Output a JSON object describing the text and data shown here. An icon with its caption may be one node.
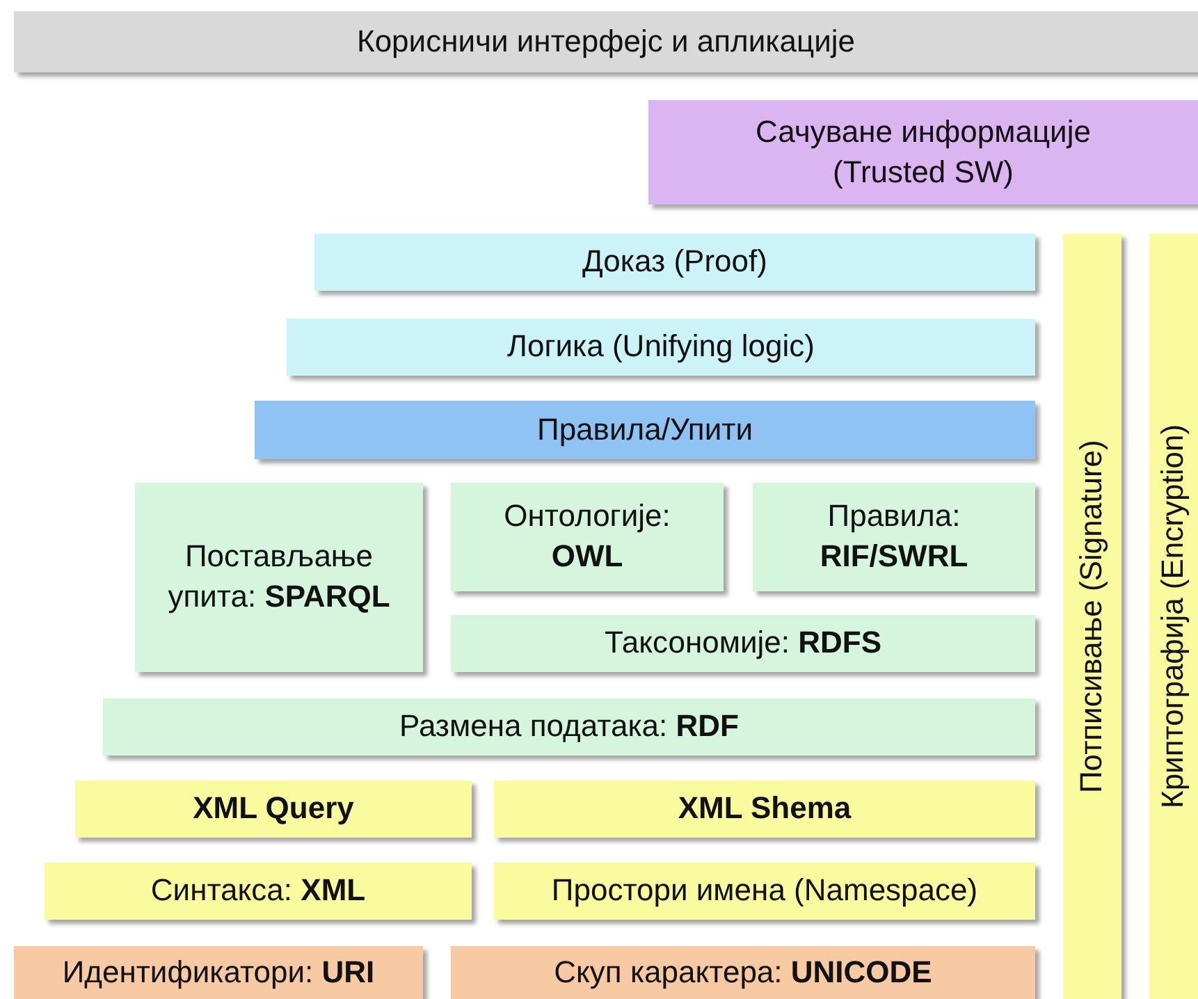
{
  "diagram": {
    "nodes": [
      {
        "text": [
          "Корисничи интерфејс и апликације"
        ]
      },
      {
        "text": [
          "Сачуване информације (Trusted SW)"
        ]
      },
      {
        "text": [
          "Доказ (Proof)"
        ]
      },
      {
        "text": [
          "Логика (Unifying logic)"
        ]
      },
      {
        "text": [
          "Правила/Упити"
        ]
      },
      {
        "text": [
          "Постављање упита: **SPARQL**"
        ]
      },
      {
        "text": [
          "Онтологије: **OWL**"
        ]
      },
      {
        "text": [
          "Правила: **RIF/SWRL**"
        ]
      },
      {
        "text": [
          "Таксономије: **RDFS**"
        ]
      },
      {
        "text": [
          "Размена података: **RDF**"
        ]
      },
      {
        "text": [
          "XML Query"
        ]
      },
      {
        "text": [
          "XML Shema"
        ]
      },
      {
        "text": [
          "Синтакса: **XML**"
        ]
      },
      {
        "text": [
          "Простори имена (Namespace)"
        ]
      },
      {
        "text": [
          "Идентификатори: **URI**"
        ]
      },
      {
        "text": [
          "Скуп карактера: **UNICODE**"
        ]
      },
      {
        "text": [
          "Потписивање (Signature)"
        ]
      },
      {
        "text": [
          "Криптографија (Encryption)"
        ]
      }
    ]
  }
}
